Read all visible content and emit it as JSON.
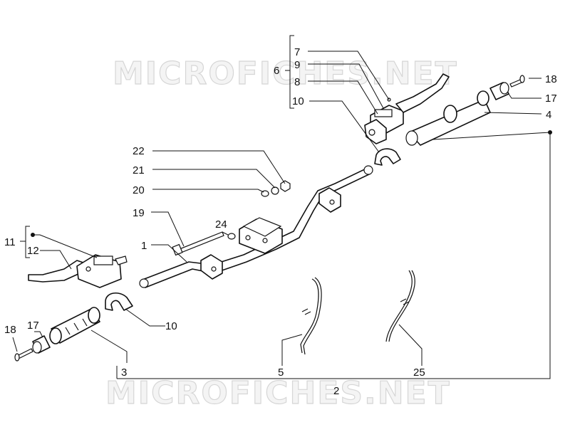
{
  "watermark": "MICROFICHES.NET",
  "callouts": {
    "c1": "1",
    "c2": "2",
    "c3": "3",
    "c4": "4",
    "c5": "5",
    "c6": "6",
    "c7": "7",
    "c8": "8",
    "c9": "9",
    "c10a": "10",
    "c10b": "10",
    "c11": "11",
    "c12": "12",
    "c17a": "17",
    "c17b": "17",
    "c18a": "18",
    "c18b": "18",
    "c19": "19",
    "c20": "20",
    "c21": "21",
    "c22": "22",
    "c24": "24",
    "c25": "25"
  }
}
